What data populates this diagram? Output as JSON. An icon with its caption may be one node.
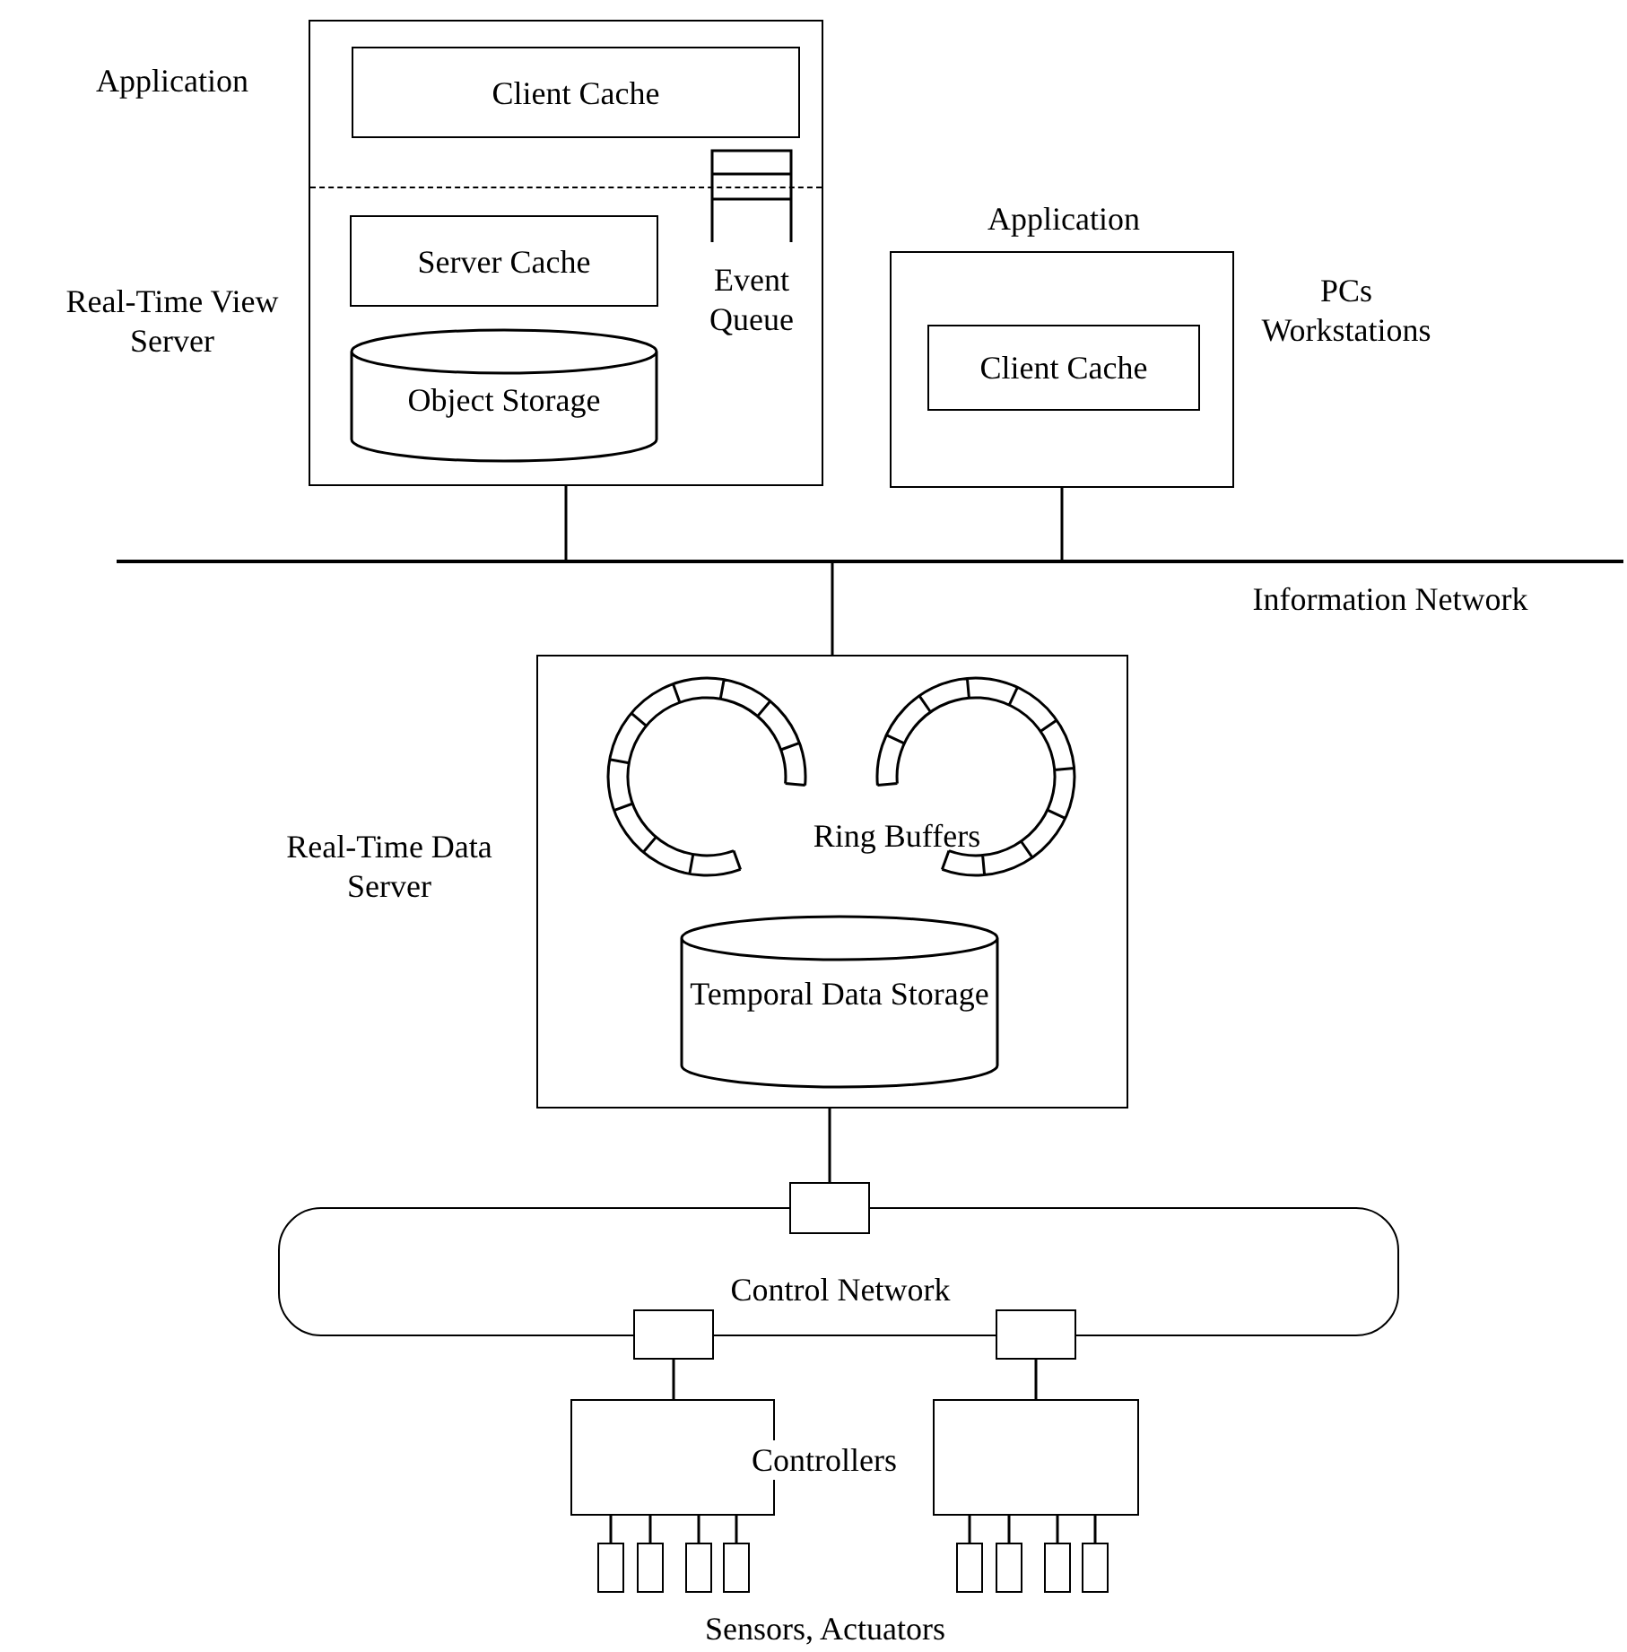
{
  "diagram": {
    "nodes": [
      {
        "text": [
          "Application",
          "Real-Time View Server"
        ]
      },
      {
        "text": [
          "Client Cache"
        ],
        "in": 0
      },
      {
        "text": [
          "Event Queue"
        ],
        "in": 0
      },
      {
        "text": [
          "Server Cache"
        ],
        "in": 0
      },
      {
        "text": [
          "Object Storage"
        ],
        "in": 0
      },
      {
        "text": [
          "Application",
          "PCs Workstations"
        ]
      },
      {
        "text": [
          "Client Cache"
        ],
        "in": 5
      },
      {
        "text": [
          "Information Network"
        ]
      },
      {
        "text": [
          "Real-Time Data Server"
        ]
      },
      {
        "text": [],
        "shape": "circle",
        "in": 8
      },
      {
        "text": [],
        "shape": "circle",
        "in": 8
      },
      {
        "text": [
          "Temporal Data Storage"
        ],
        "in": 8
      },
      {
        "text": [
          "Control Network"
        ]
      },
      {
        "text": [],
        "shape": "box"
      },
      {
        "text": [],
        "shape": "box"
      },
      {
        "text": [],
        "shape": "box"
      },
      {
        "text": [],
        "shape": "box"
      },
      {
        "text": [],
        "shape": "box"
      },
      {
        "text": [],
        "shape": "box"
      },
      {
        "text": [],
        "shape": "box"
      },
      {
        "text": [],
        "shape": "box"
      },
      {
        "text": [],
        "shape": "box"
      },
      {
        "text": [],
        "shape": "box"
      },
      {
        "text": [],
        "shape": "box"
      },
      {
        "text": [],
        "shape": "box"
      },
      {
        "text": [],
        "shape": "box"
      }
    ],
    "edges": [
      {
        "from": 0,
        "to": 7,
        "arrow": "none"
      },
      {
        "from": 5,
        "to": 7,
        "arrow": "none"
      },
      {
        "from": 7,
        "to": 8,
        "arrow": "none"
      },
      {
        "from": 8,
        "to": 13,
        "arrow": "none"
      },
      {
        "from": 14,
        "to": 16,
        "arrow": "none"
      },
      {
        "from": 15,
        "to": 17,
        "arrow": "none"
      },
      {
        "from": 16,
        "to": 18,
        "arrow": "none"
      },
      {
        "from": 16,
        "to": 19,
        "arrow": "none"
      },
      {
        "from": 16,
        "to": 20,
        "arrow": "none"
      },
      {
        "from": 16,
        "to": 21,
        "arrow": "none"
      },
      {
        "from": 17,
        "to": 22,
        "arrow": "none"
      },
      {
        "from": 17,
        "to": 23,
        "arrow": "none"
      },
      {
        "from": 17,
        "to": 24,
        "arrow": "none"
      },
      {
        "from": 17,
        "to": 25,
        "arrow": "none"
      }
    ],
    "labels": [
      "Ring Buffers",
      "Controllers",
      "Sensors, Actuators"
    ]
  }
}
